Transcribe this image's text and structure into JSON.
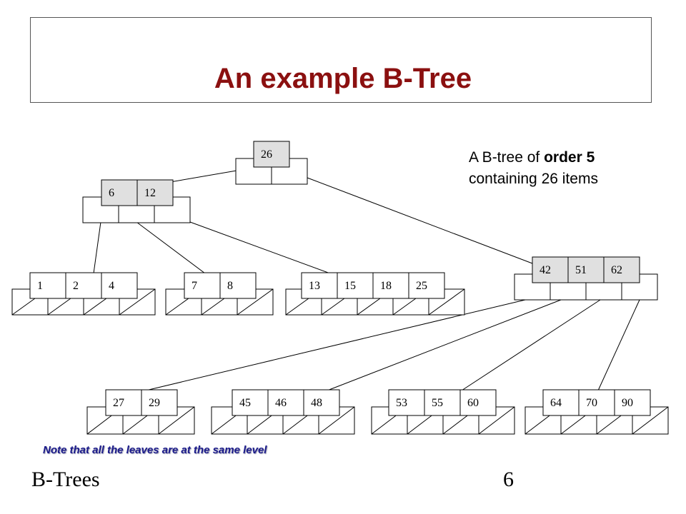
{
  "slide": {
    "title": "An example B-Tree",
    "description_prefix": "A B-tree of ",
    "description_bold": "order 5",
    "description_line2": "containing 26 items",
    "note": "Note that all the leaves are at the same level",
    "footer_left": "B-Trees",
    "page_number": "6"
  },
  "tree": {
    "nodes": [
      {
        "id": "root",
        "keys": [
          "26"
        ]
      },
      {
        "id": "n612",
        "keys": [
          "6",
          "12"
        ]
      },
      {
        "id": "n425162",
        "keys": [
          "42",
          "51",
          "62"
        ]
      },
      {
        "id": "l124",
        "keys": [
          "1",
          "2",
          "4"
        ]
      },
      {
        "id": "l78",
        "keys": [
          "7",
          "8"
        ]
      },
      {
        "id": "l13",
        "keys": [
          "13",
          "15",
          "18",
          "25"
        ]
      },
      {
        "id": "l2729",
        "keys": [
          "27",
          "29"
        ]
      },
      {
        "id": "l4546",
        "keys": [
          "45",
          "46",
          "48"
        ]
      },
      {
        "id": "l5355",
        "keys": [
          "53",
          "55",
          "60"
        ]
      },
      {
        "id": "l6470",
        "keys": [
          "64",
          "70",
          "90"
        ]
      }
    ],
    "edges": [
      [
        "root",
        "n612"
      ],
      [
        "root",
        "n425162"
      ],
      [
        "n612",
        "l124"
      ],
      [
        "n612",
        "l78"
      ],
      [
        "n612",
        "l13"
      ],
      [
        "n425162",
        "l2729"
      ],
      [
        "n425162",
        "l4546"
      ],
      [
        "n425162",
        "l5355"
      ],
      [
        "n425162",
        "l6470"
      ]
    ]
  }
}
